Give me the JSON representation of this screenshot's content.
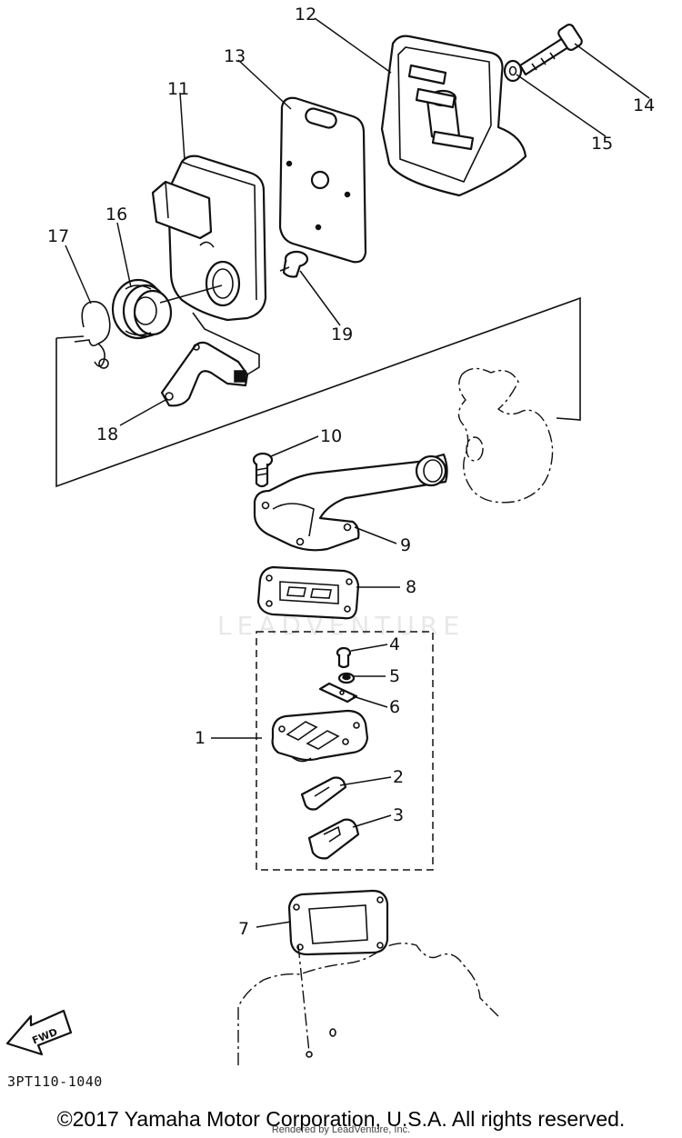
{
  "callouts": {
    "c1": "1",
    "c2": "2",
    "c3": "3",
    "c4": "4",
    "c5": "5",
    "c6": "6",
    "c7": "7",
    "c8": "8",
    "c9": "9",
    "c10": "10",
    "c11": "11",
    "c12": "12",
    "c13": "13",
    "c14": "14",
    "c15": "15",
    "c16": "16",
    "c17": "17",
    "c18": "18",
    "c19": "19"
  },
  "fwd_label": "FWD",
  "document_code": "3PT110-1040",
  "watermark": "LEADVENTURE",
  "copyright": "©2017 Yamaha Motor Corporation, U.S.A. All rights reserved.",
  "rendered_by": "Rendered by LeadVenture, Inc."
}
